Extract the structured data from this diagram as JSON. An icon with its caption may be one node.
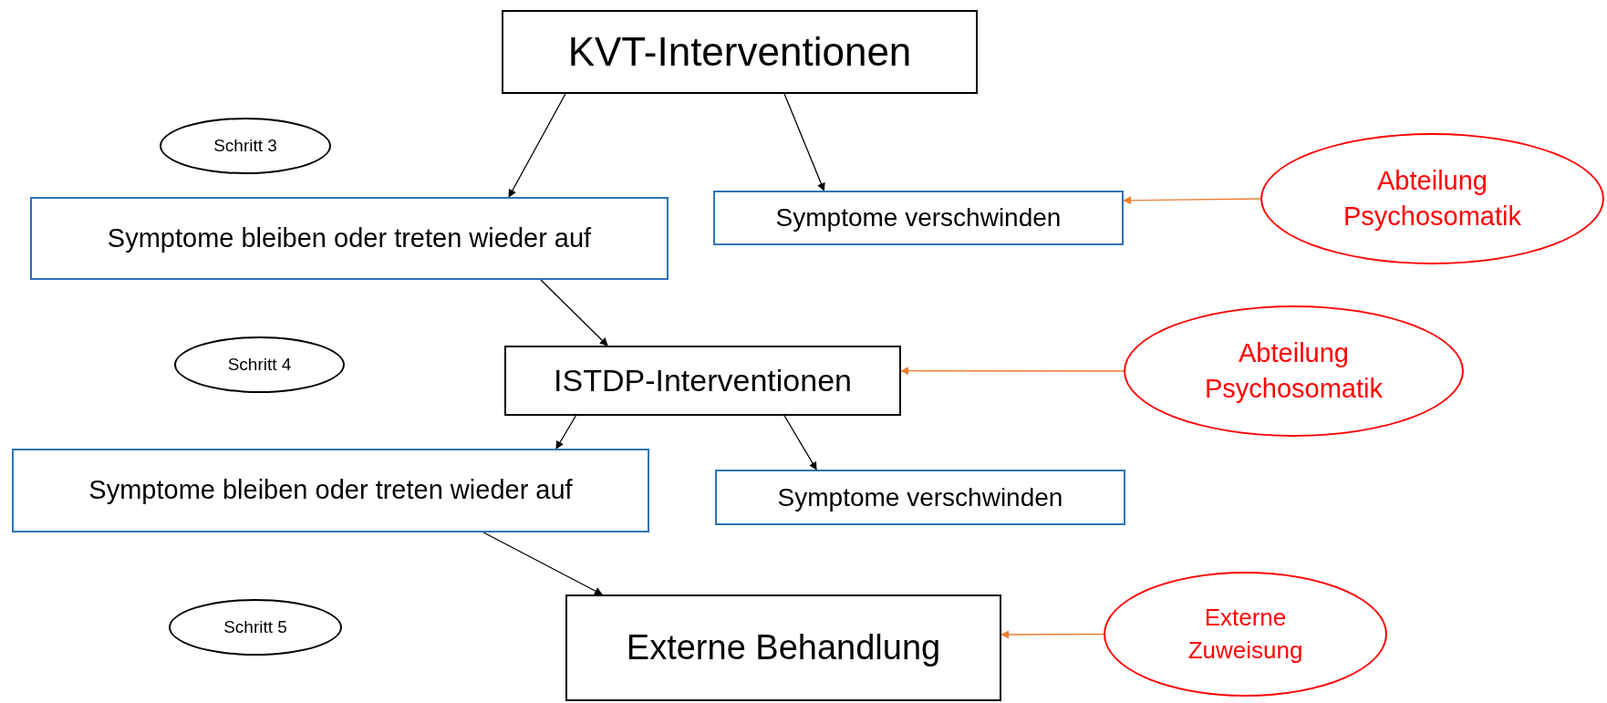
{
  "diagram": {
    "nodes": [
      {
        "text": [
          "KVT-Interventionen"
        ]
      },
      {
        "text": [
          "Schritt 3"
        ]
      },
      {
        "text": [
          "Symptome bleiben oder treten wieder auf"
        ]
      },
      {
        "text": [
          "Symptome verschwinden"
        ]
      },
      {
        "text": [
          "Abteilung Psychosomatik"
        ]
      },
      {
        "text": [
          "Schritt 4"
        ]
      },
      {
        "text": [
          "ISTDP-Interventionen"
        ]
      },
      {
        "text": [
          "Abteilung Psychosomatik"
        ]
      },
      {
        "text": [
          "Symptome bleiben oder treten wieder auf"
        ]
      },
      {
        "text": [
          "Symptome verschwinden"
        ]
      },
      {
        "text": [
          "Schritt 5"
        ]
      },
      {
        "text": [
          "Externe Behandlung"
        ]
      },
      {
        "text": [
          "Externe Zuweisung"
        ]
      }
    ],
    "edges": [
      {
        "from": 0,
        "to": 2,
        "arrow": "to"
      },
      {
        "from": 0,
        "to": 3,
        "arrow": "to"
      },
      {
        "from": 4,
        "to": 3,
        "arrow": "to",
        "color": "#ed7d31"
      },
      {
        "from": 2,
        "to": 6,
        "arrow": "to"
      },
      {
        "from": 7,
        "to": 6,
        "arrow": "to",
        "color": "#ed7d31"
      },
      {
        "from": 6,
        "to": 8,
        "arrow": "to"
      },
      {
        "from": 6,
        "to": 9,
        "arrow": "to"
      },
      {
        "from": 8,
        "to": 11,
        "arrow": "to"
      },
      {
        "from": 12,
        "to": 11,
        "arrow": "to",
        "color": "#ed7d31"
      }
    ]
  }
}
